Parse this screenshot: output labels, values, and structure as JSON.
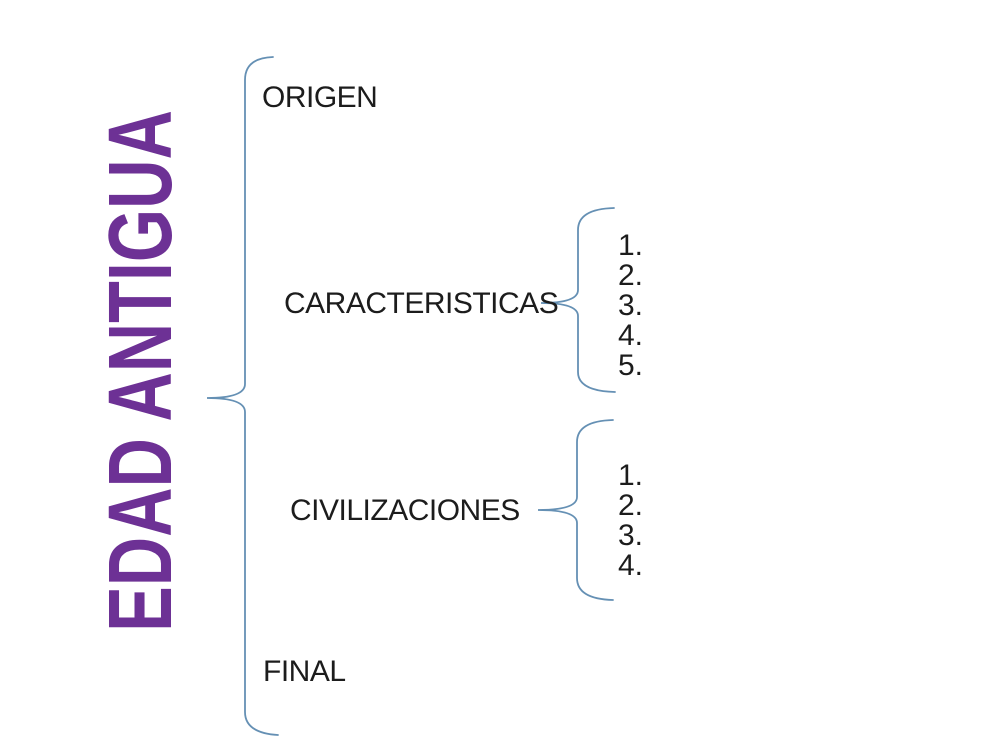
{
  "title": {
    "label": "EDAD ANTIGUA"
  },
  "colors": {
    "title_purple": "#6d3195",
    "brace_blue": "#6590b4",
    "text_black": "#1c1c1c",
    "background": "#ffffff"
  },
  "branches": [
    {
      "label": "ORIGEN"
    },
    {
      "label": "CARACTERISTICAS",
      "items": [
        "1.",
        "2.",
        "3.",
        "4.",
        "5."
      ]
    },
    {
      "label": "CIVILIZACIONES",
      "items": [
        "1.",
        "2.",
        "3.",
        "4."
      ]
    },
    {
      "label": "FINAL"
    }
  ]
}
